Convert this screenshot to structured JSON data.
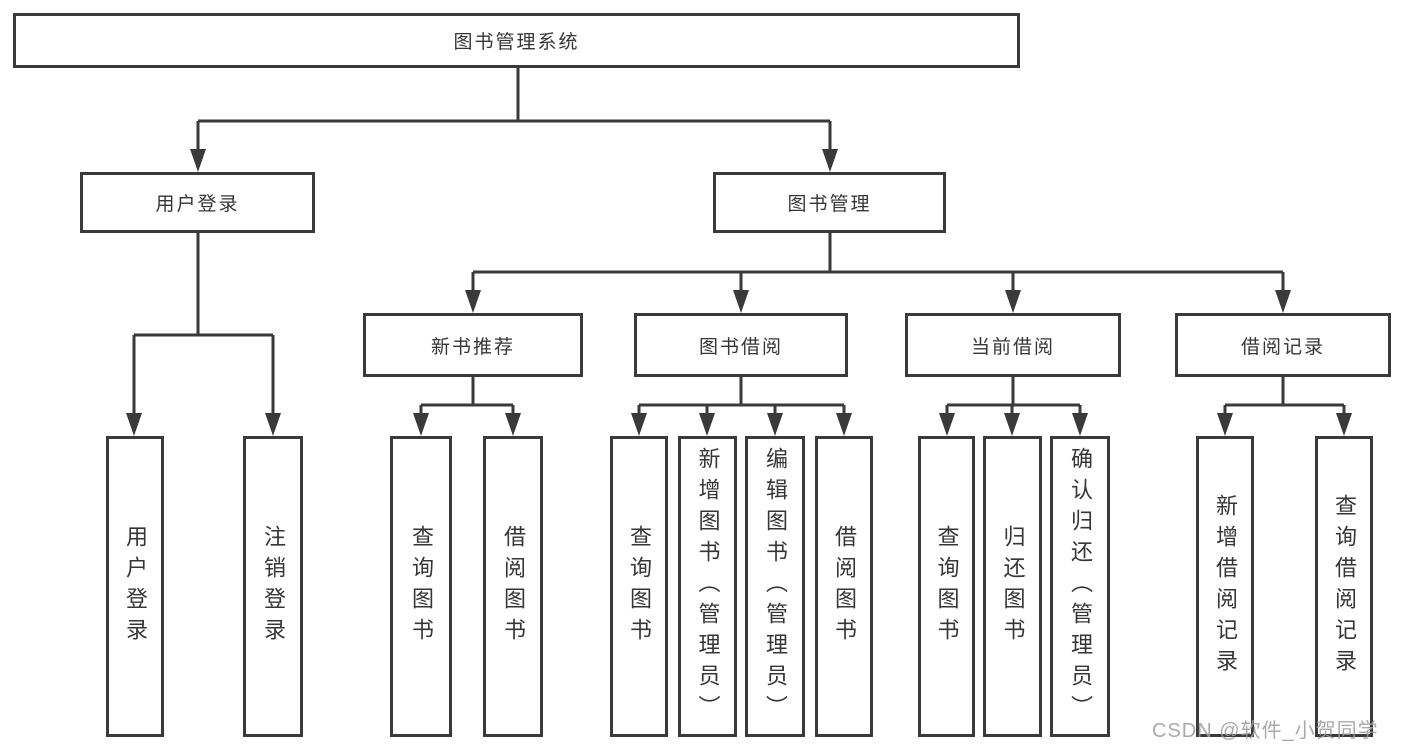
{
  "diagram": {
    "root": {
      "label": "图书管理系统"
    },
    "branches": [
      {
        "label": "用户登录",
        "children": [
          "用户登录",
          "注销登录"
        ]
      },
      {
        "label": "图书管理",
        "sections": [
          {
            "label": "新书推荐",
            "children": [
              "查询图书",
              "借阅图书"
            ]
          },
          {
            "label": "图书借阅",
            "children": [
              "查询图书",
              "新增图书（管理员）",
              "编辑图书（管理员）",
              "借阅图书"
            ]
          },
          {
            "label": "当前借阅",
            "children": [
              "查询图书",
              "归还图书",
              "确认归还（管理员）"
            ]
          },
          {
            "label": "借阅记录",
            "children": [
              "新增借阅记录",
              "查询借阅记录"
            ]
          }
        ]
      }
    ]
  },
  "watermark": {
    "text": "CSDN @软件_小贺同学"
  },
  "colors": {
    "line": "#3a3a3a",
    "text": "#363636",
    "background": "#ffffff",
    "watermark": "#9e9e9e"
  }
}
